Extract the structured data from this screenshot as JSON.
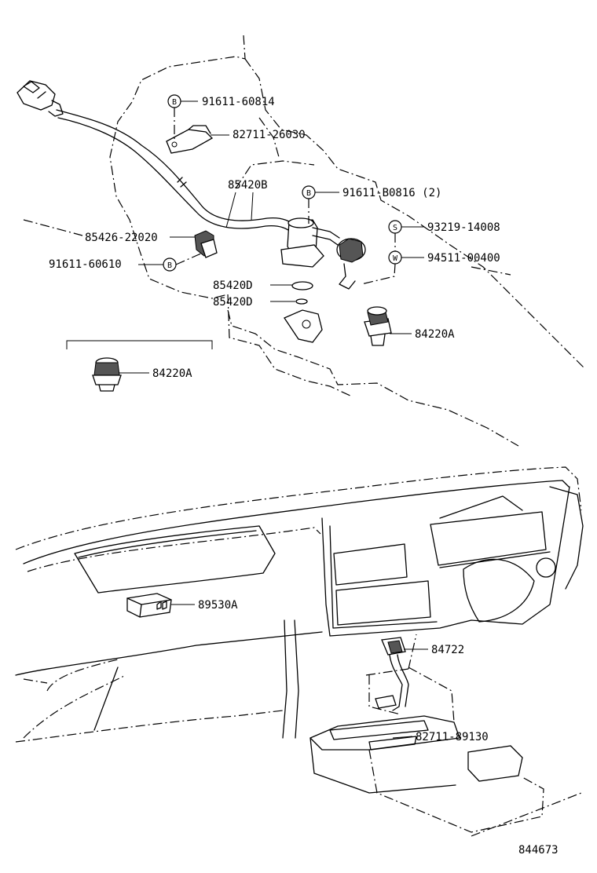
{
  "labels": {
    "bolt_91611_60814": "91611-60814",
    "clamp_82711_26030": "82711-26030",
    "wire_85420B": "85420B",
    "bolt_91611_B0816": "91611-B0816 (2)",
    "screw_93219_14008": "93219-14008",
    "washer_94511_00400": "94511-00400",
    "bracket_85426_22020": "85426-22020",
    "bolt_91611_60610": "91611-60610",
    "gasket_85420D_1": "85420D",
    "gasket_85420D_2": "85420D",
    "switch_84220A_right": "84220A",
    "switch_84220A_left": "84220A",
    "module_89530A": "89530A",
    "switch_84722": "84722",
    "clamp_82711_89130": "82711-89130",
    "diagram_number": "844673"
  },
  "symbols": {
    "bolt_B": "B",
    "screw_S": "S",
    "washer_W": "W"
  }
}
